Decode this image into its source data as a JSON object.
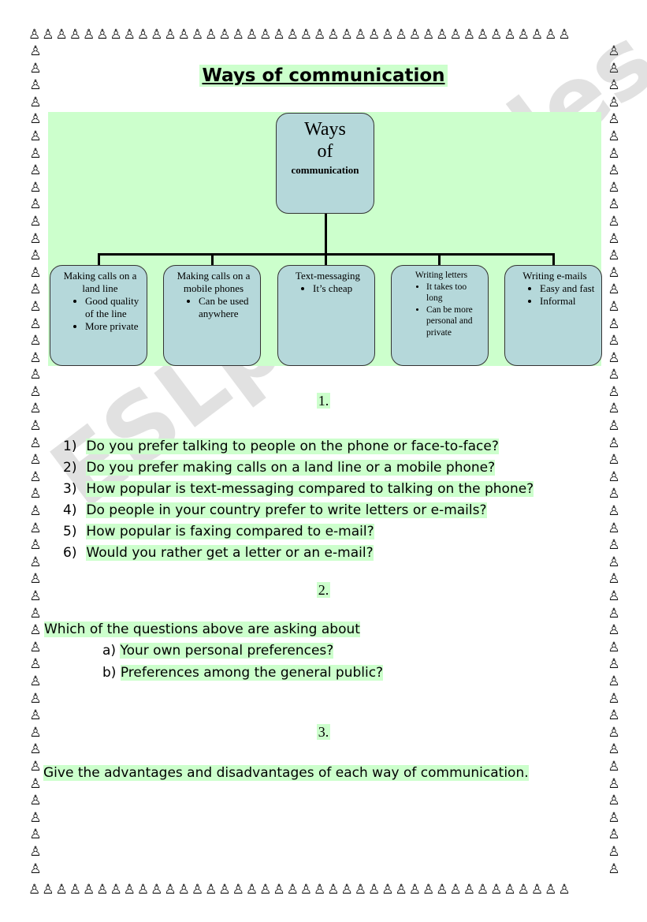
{
  "title": "Ways of communication",
  "diagram": {
    "root_line1": "Ways",
    "root_line2": "of",
    "root_line3": "communication",
    "nodes": [
      {
        "title": "Making calls on a land line",
        "points": [
          "Good quality of the line",
          "More private"
        ]
      },
      {
        "title": "Making calls on a mobile phones",
        "points": [
          "Can be used anywhere"
        ]
      },
      {
        "title": "Text-messaging",
        "points": [
          "It’s cheap"
        ]
      },
      {
        "title": "Writing letters",
        "points": [
          "It takes too long",
          "Can be more personal and private"
        ]
      },
      {
        "title": "Writing e-mails",
        "points": [
          "Easy and fast",
          "Informal"
        ]
      }
    ]
  },
  "section1": {
    "number": "1.",
    "questions": [
      {
        "n": "1)",
        "text": "Do you prefer talking to people on the phone or face-to-face?"
      },
      {
        "n": "2)",
        "text": "Do you prefer making calls on a land line or a mobile phone?"
      },
      {
        "n": "3)",
        "text": "How popular is text-messaging compared to talking on the phone?"
      },
      {
        "n": "4)",
        "text": "Do people in your country prefer to write letters or e-mails?"
      },
      {
        "n": "5)",
        "text": "How popular is faxing compared to e-mail?"
      },
      {
        "n": "6)",
        "text": "Would you rather get a letter or an e-mail?"
      }
    ]
  },
  "section2": {
    "number": "2.",
    "prompt": "Which of the questions above are asking about",
    "options": [
      {
        "n": "a)",
        "text": "Your own personal preferences?"
      },
      {
        "n": "b)",
        "text": "Preferences among the general public?"
      }
    ]
  },
  "section3": {
    "number": "3.",
    "prompt": "Give the advantages and disadvantages of each way of communication."
  },
  "watermark": "ESLprintables.com",
  "border_glyph": "♙"
}
